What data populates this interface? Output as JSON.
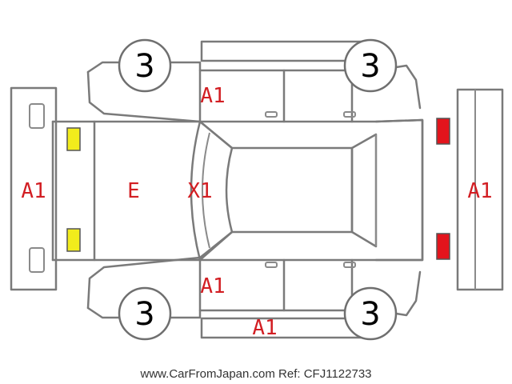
{
  "colors": {
    "outline": "#7a7a7a",
    "damage_text": "#d21e23",
    "front_lamp": "#f2ec1c",
    "rear_lamp": "#e3141c"
  },
  "labels": {
    "front_bumper": "A1",
    "rear_bumper": "A1",
    "hood": "E",
    "windshield": "X1",
    "left_front_door": "A1",
    "right_front_door": "A1",
    "right_sill": "A1"
  },
  "tires": {
    "front_left": "3",
    "rear_left": "3",
    "front_right": "3",
    "rear_right": "3"
  },
  "footer": {
    "text": "www.CarFromJapan.com Ref: CFJ1122733"
  }
}
